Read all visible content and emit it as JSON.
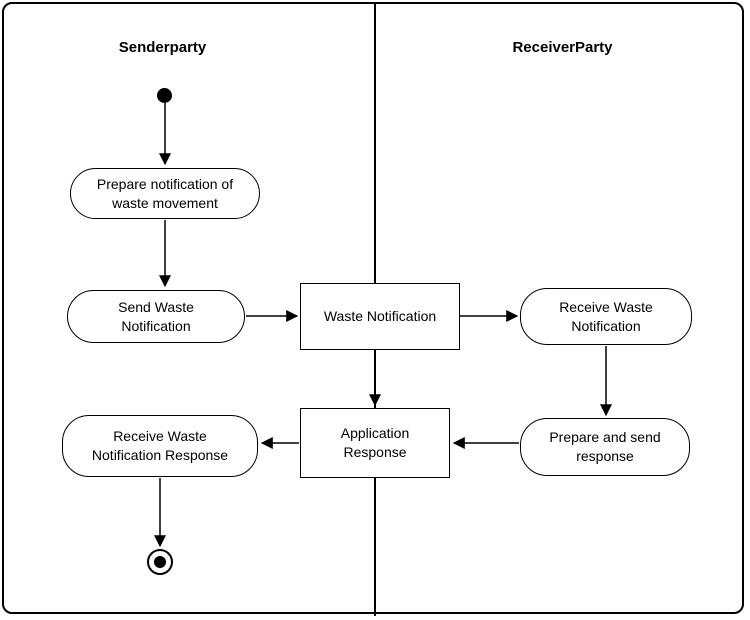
{
  "diagram": {
    "lanes": {
      "sender": {
        "title": "Senderparty"
      },
      "receiver": {
        "title": "ReceiverParty"
      }
    },
    "nodes": {
      "prepare_notification": {
        "label": "Prepare notification of waste movement"
      },
      "send_waste_notification": {
        "label": "Send Waste Notification"
      },
      "waste_notification": {
        "label": "Waste Notification"
      },
      "receive_waste_notification": {
        "label": "Receive Waste Notification"
      },
      "prepare_and_send_response": {
        "label": "Prepare and send response"
      },
      "application_response": {
        "label": "Application Response"
      },
      "receive_waste_notification_response": {
        "label": "Receive Waste Notification Response"
      }
    }
  }
}
